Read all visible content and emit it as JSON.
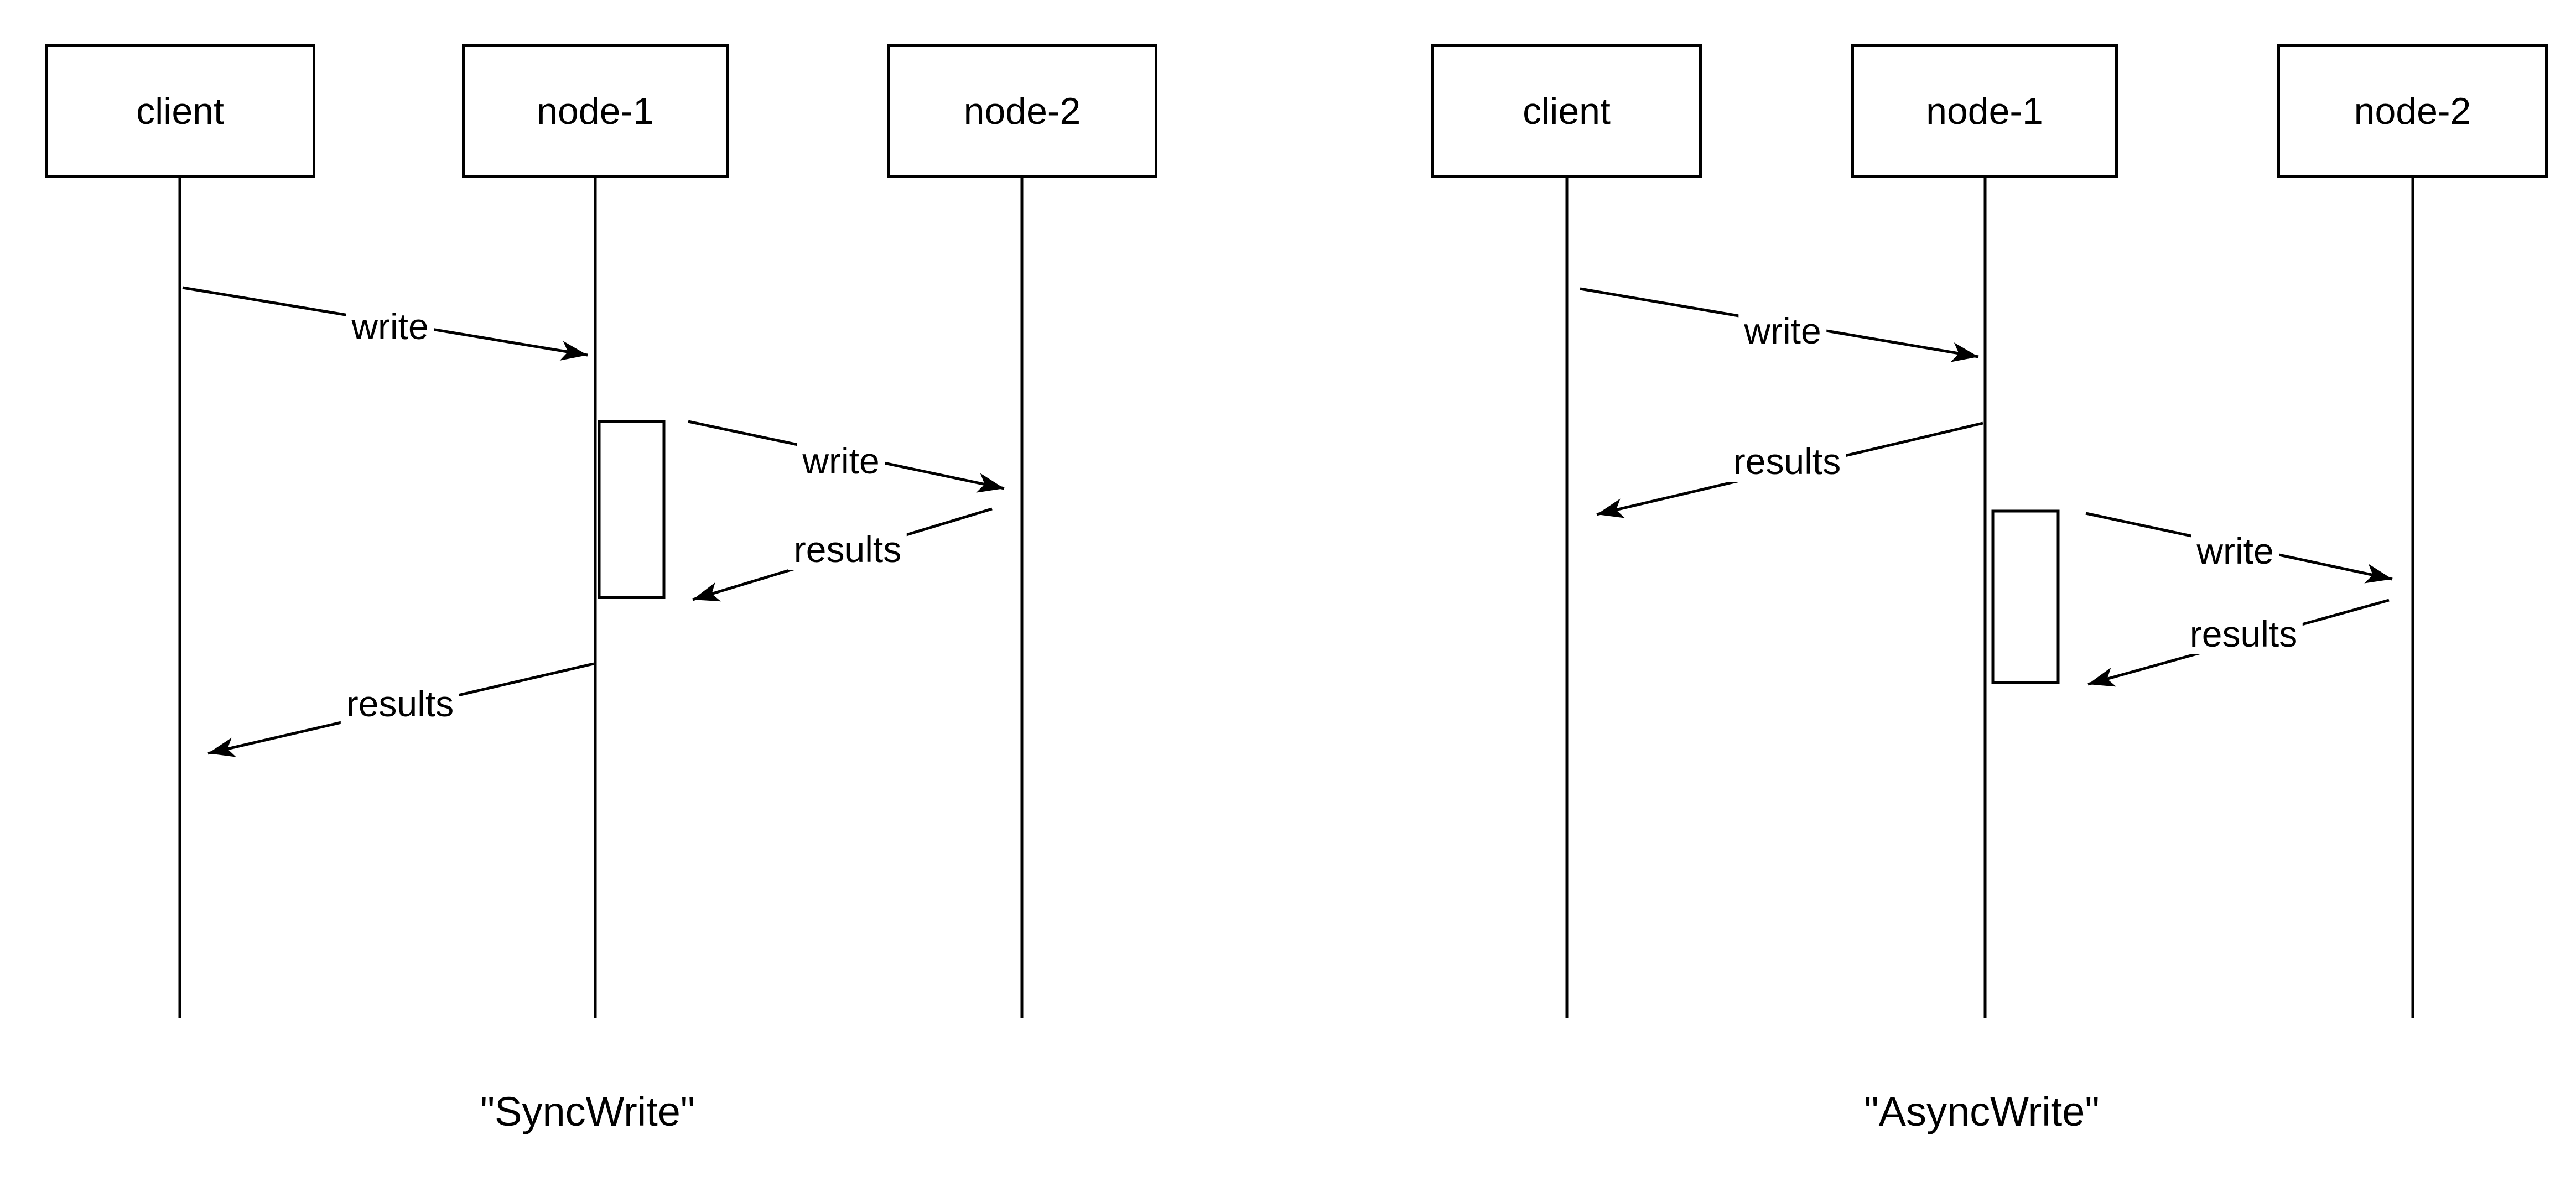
{
  "colors": {
    "stroke": "#000000",
    "background": "#ffffff",
    "text": "#000000"
  },
  "diagrams": [
    {
      "caption": "\"SyncWrite\"",
      "actors": [
        {
          "label": "client"
        },
        {
          "label": "node-1"
        },
        {
          "label": "node-2"
        }
      ],
      "messages": [
        {
          "label": "write",
          "from": "client",
          "to": "node-1"
        },
        {
          "label": "write",
          "from": "node-1",
          "to": "node-2"
        },
        {
          "label": "results",
          "from": "node-2",
          "to": "node-1"
        },
        {
          "label": "results",
          "from": "node-1",
          "to": "client"
        }
      ]
    },
    {
      "caption": "\"AsyncWrite\"",
      "actors": [
        {
          "label": "client"
        },
        {
          "label": "node-1"
        },
        {
          "label": "node-2"
        }
      ],
      "messages": [
        {
          "label": "write",
          "from": "client",
          "to": "node-1"
        },
        {
          "label": "results",
          "from": "node-1",
          "to": "client"
        },
        {
          "label": "write",
          "from": "node-1",
          "to": "node-2"
        },
        {
          "label": "results",
          "from": "node-2",
          "to": "node-1"
        }
      ]
    }
  ]
}
